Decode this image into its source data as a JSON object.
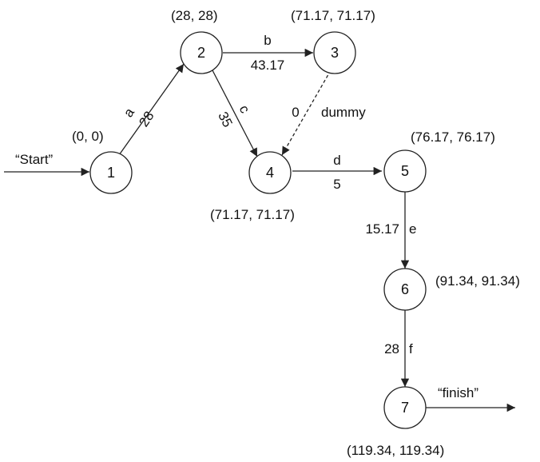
{
  "nodes": [
    {
      "id": "1",
      "times": "(0, 0)"
    },
    {
      "id": "2",
      "times": "(28, 28)"
    },
    {
      "id": "3",
      "times": "(71.17, 71.17)"
    },
    {
      "id": "4",
      "times": "(71.17, 71.17)"
    },
    {
      "id": "5",
      "times": "(76.17, 76.17)"
    },
    {
      "id": "6",
      "times": "(91.34, 91.34)"
    },
    {
      "id": "7",
      "times": "(119.34, 119.34)"
    }
  ],
  "edges": [
    {
      "activity": "a",
      "duration": "28"
    },
    {
      "activity": "b",
      "duration": "43.17"
    },
    {
      "activity": "c",
      "duration": "35"
    },
    {
      "activity": "dummy",
      "duration": "0"
    },
    {
      "activity": "d",
      "duration": "5"
    },
    {
      "activity": "e",
      "duration": "15.17"
    },
    {
      "activity": "f",
      "duration": "28"
    }
  ],
  "start_label": "“Start”",
  "finish_label": "“finish”"
}
